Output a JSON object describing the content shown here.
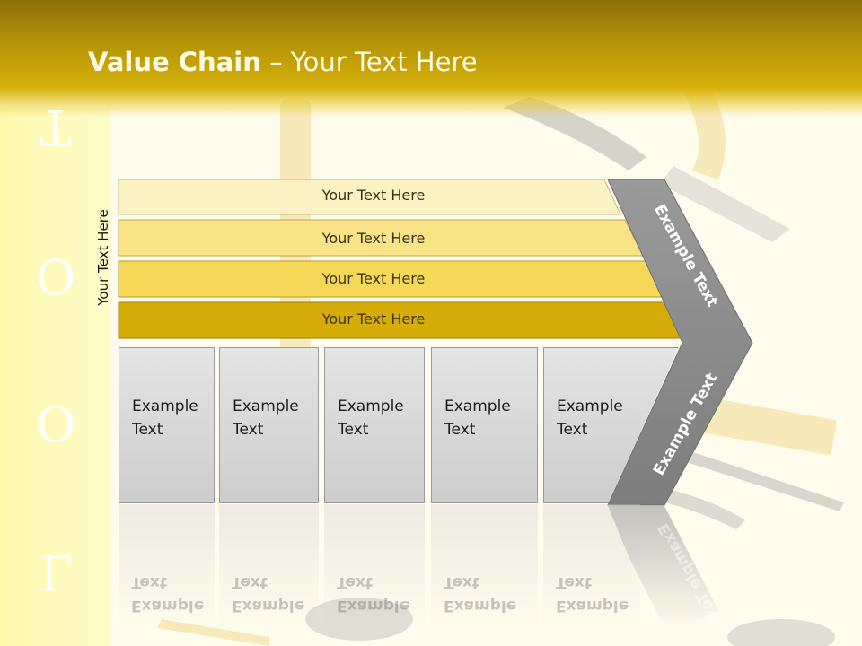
{
  "title": {
    "bold": "Value Chain",
    "rest": " – Your Text Here"
  },
  "side_letters": [
    "T",
    "O",
    "O",
    "L"
  ],
  "vertical_label": "Your Text Here",
  "bars": [
    {
      "label": "Your Text Here",
      "color": "#fbf2c4"
    },
    {
      "label": "Your Text Here",
      "color": "#f8e386"
    },
    {
      "label": "Your Text Here",
      "color": "#f5d857"
    },
    {
      "label": "Your Text Here",
      "color": "#d6ac08"
    }
  ],
  "boxes": [
    {
      "line1": "Example",
      "line2": "Text"
    },
    {
      "line1": "Example",
      "line2": "Text"
    },
    {
      "line1": "Example",
      "line2": "Text"
    },
    {
      "line1": "Example",
      "line2": "Text"
    },
    {
      "line1": "Example",
      "line2": "Text"
    }
  ],
  "chevron": {
    "upper": "Example Text",
    "lower": "Example Text",
    "color": "#8f8f8f"
  },
  "colors": {
    "header": "#b39308",
    "accent_yellow": "#d6ac08",
    "box_gray": "#d8d8d8"
  }
}
